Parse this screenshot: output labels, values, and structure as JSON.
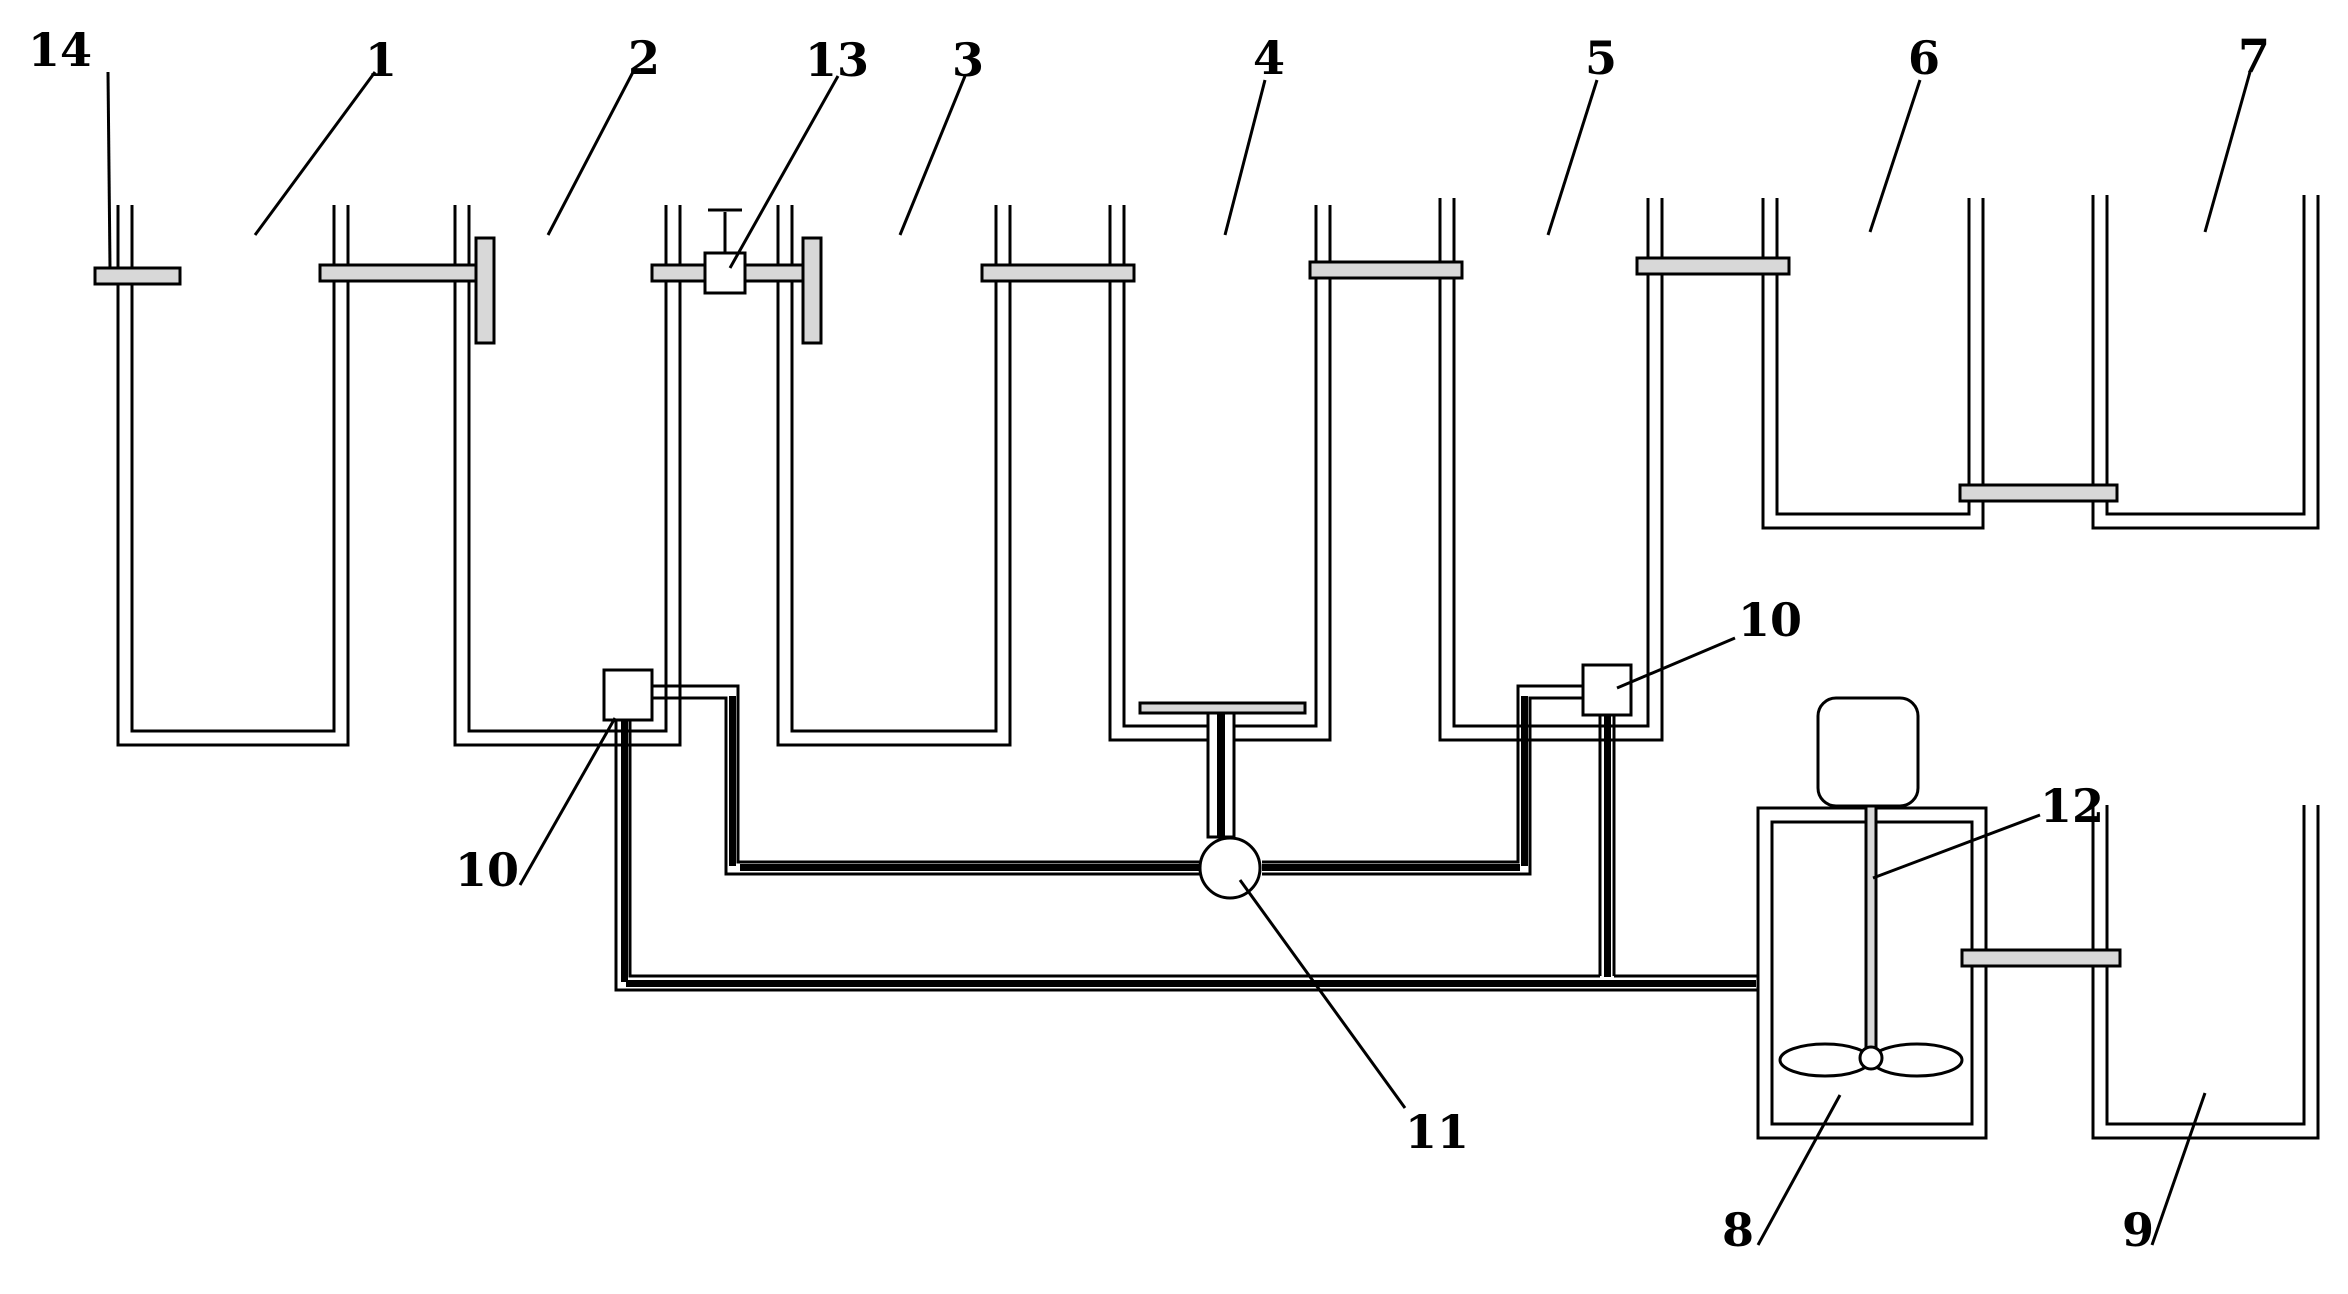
{
  "labels": {
    "l1": "1",
    "l2": "2",
    "l3": "3",
    "l4": "4",
    "l5": "5",
    "l6": "6",
    "l7": "7",
    "l8": "8",
    "l9": "9",
    "l10a": "10",
    "l10b": "10",
    "l11": "11",
    "l12": "12",
    "l13": "13",
    "l14": "14"
  }
}
